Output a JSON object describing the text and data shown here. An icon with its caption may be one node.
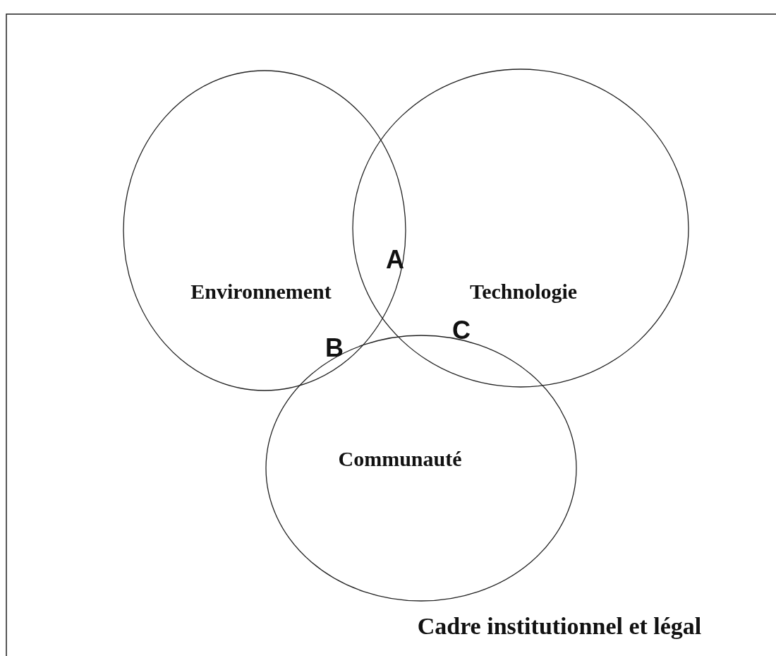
{
  "diagram": {
    "nodes": [
      {
        "text": [
          "Environnement"
        ]
      },
      {
        "text": [
          "Technologie"
        ]
      },
      {
        "text": [
          "Communauté"
        ]
      }
    ],
    "labels": [
      "A",
      "B",
      "C",
      "Cadre institutionnel et légal"
    ]
  }
}
